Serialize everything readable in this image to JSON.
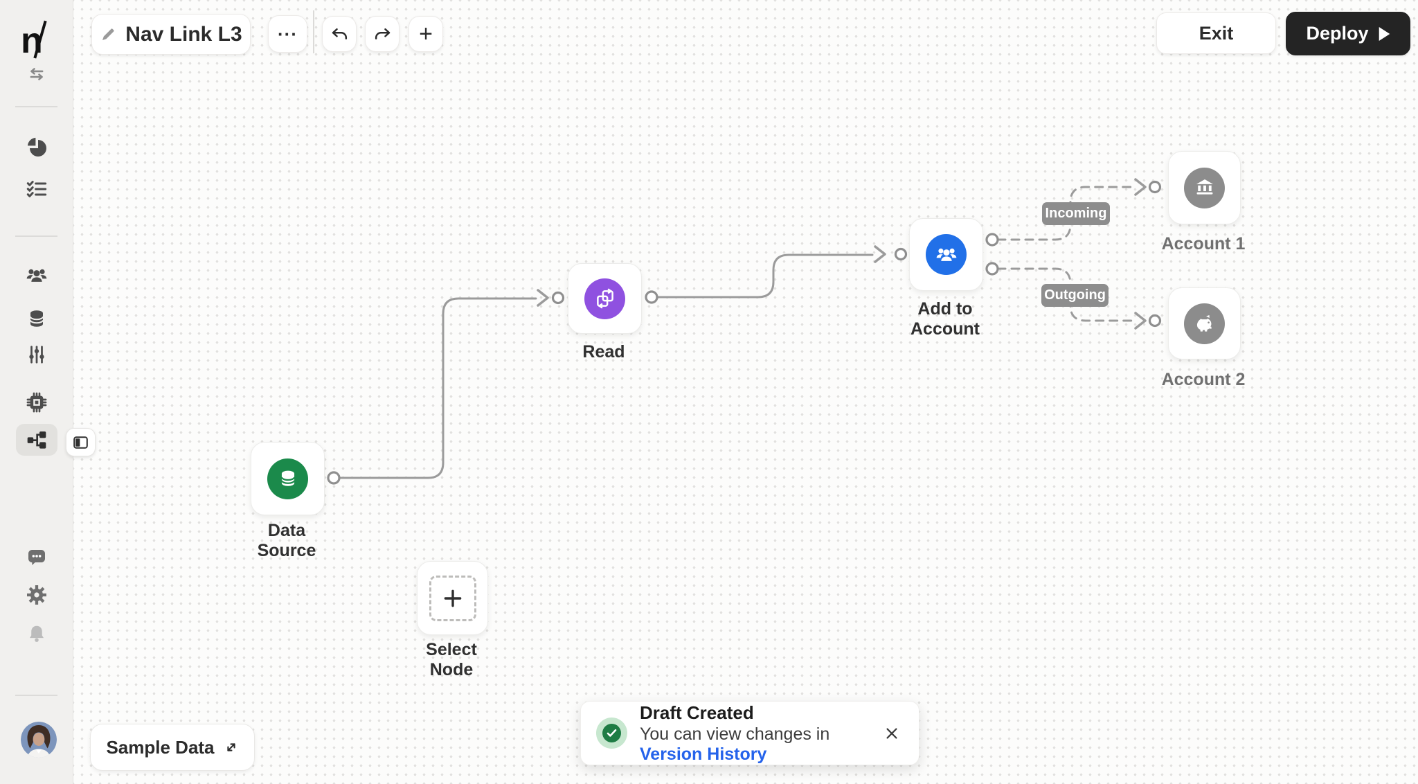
{
  "app": {
    "logo": "n"
  },
  "topbar": {
    "title": "Nav Link L3",
    "more_label": "···",
    "add_label": "+",
    "exit_label": "Exit",
    "deploy_label": "Deploy"
  },
  "sidebar": {
    "icons": [
      "swap-horizontal",
      "pie-chart",
      "checklist",
      "users",
      "database",
      "sliders",
      "chip",
      "flow-active",
      "chat",
      "settings",
      "notifications",
      "avatar"
    ]
  },
  "canvas": {
    "nodes": {
      "data_source": {
        "label": "Data Source",
        "color": "#1b8a4b",
        "icon": "database"
      },
      "read": {
        "label": "Read",
        "color": "#8f51e0",
        "icon": "transfer"
      },
      "select_node": {
        "label": "Select Node",
        "icon": "plus-slot"
      },
      "add_to_account": {
        "label": "Add to Account",
        "color": "#2170e8",
        "icon": "users"
      },
      "account_1": {
        "label": "Account 1",
        "color": "#8c8c8c",
        "icon": "bank"
      },
      "account_2": {
        "label": "Account 2",
        "color": "#8c8c8c",
        "icon": "piggy-bank"
      }
    },
    "edge_labels": {
      "incoming": "Incoming",
      "outgoing": "Outgoing"
    }
  },
  "footer": {
    "sample_data_label": "Sample Data"
  },
  "toast": {
    "title": "Draft Created",
    "message": "You can view changes in",
    "link_label": "Version History"
  },
  "colors": {
    "edge": "#9b9b9b",
    "badge_bg": "#8d8d8d",
    "link_blue": "#2563eb",
    "success_light": "#c7e7cf",
    "success_dark": "#1e7c44",
    "deploy_bg": "#242424",
    "sidebar_bg": "#f1f0ee"
  }
}
